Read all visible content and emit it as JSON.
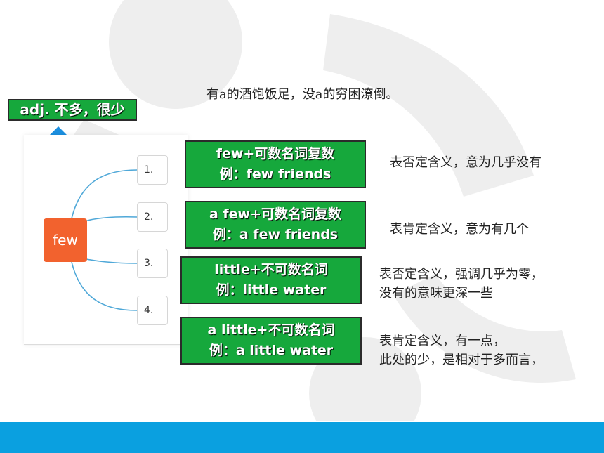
{
  "proverb": "有a的酒饱饭足，没a的穷困潦倒。",
  "adj_label": "adj. 不多，很少",
  "mindmap": {
    "center": "few",
    "items": [
      "1.",
      "2.",
      "3.",
      "4."
    ]
  },
  "rules": [
    {
      "line1": "few+可数名词复数",
      "line2": "例：few friends",
      "desc": [
        "表否定含义，意为几乎没有"
      ]
    },
    {
      "line1": "a few+可数名词复数",
      "line2": "例：a few friends",
      "desc": [
        "表肯定含义，意为有几个"
      ]
    },
    {
      "line1": "little+不可数名词",
      "line2": "例：little water",
      "desc": [
        "表否定含义，强调几乎为零，",
        "没有的意味更深一些"
      ]
    },
    {
      "line1": "a little+不可数名词",
      "line2": "例：a little water",
      "desc": [
        "表肯定含义，有一点，",
        "此处的少，是相对于多而言，"
      ]
    }
  ],
  "colors": {
    "box_green": "#16a83c",
    "node_orange": "#f2622e",
    "band_blue": "#0aa0e0",
    "arrow_blue": "#1b8fe0",
    "connector_blue": "#4fa8d8"
  }
}
